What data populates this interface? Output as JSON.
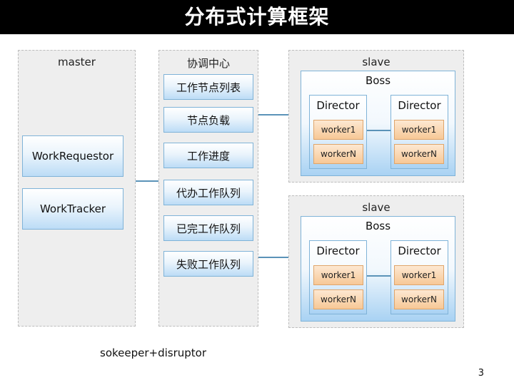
{
  "title": "分布式计算框架",
  "master": {
    "label": "master",
    "items": [
      "WorkRequestor",
      "WorkTracker"
    ]
  },
  "coordinator": {
    "label": "协调中心",
    "items": [
      "工作节点列表",
      "节点负载",
      "工作进度",
      "代办工作队列",
      "已完工作队列",
      "失败工作队列"
    ]
  },
  "slaves": [
    {
      "label": "slave",
      "boss": "Boss",
      "directors": [
        {
          "label": "Director",
          "workers": [
            "worker1",
            "workerN"
          ]
        },
        {
          "label": "Director",
          "workers": [
            "worker1",
            "workerN"
          ]
        }
      ]
    },
    {
      "label": "slave",
      "boss": "Boss",
      "directors": [
        {
          "label": "Director",
          "workers": [
            "worker1",
            "workerN"
          ]
        },
        {
          "label": "Director",
          "workers": [
            "worker1",
            "workerN"
          ]
        }
      ]
    }
  ],
  "footnote": "sokeeper+disruptor",
  "page_number": "3"
}
